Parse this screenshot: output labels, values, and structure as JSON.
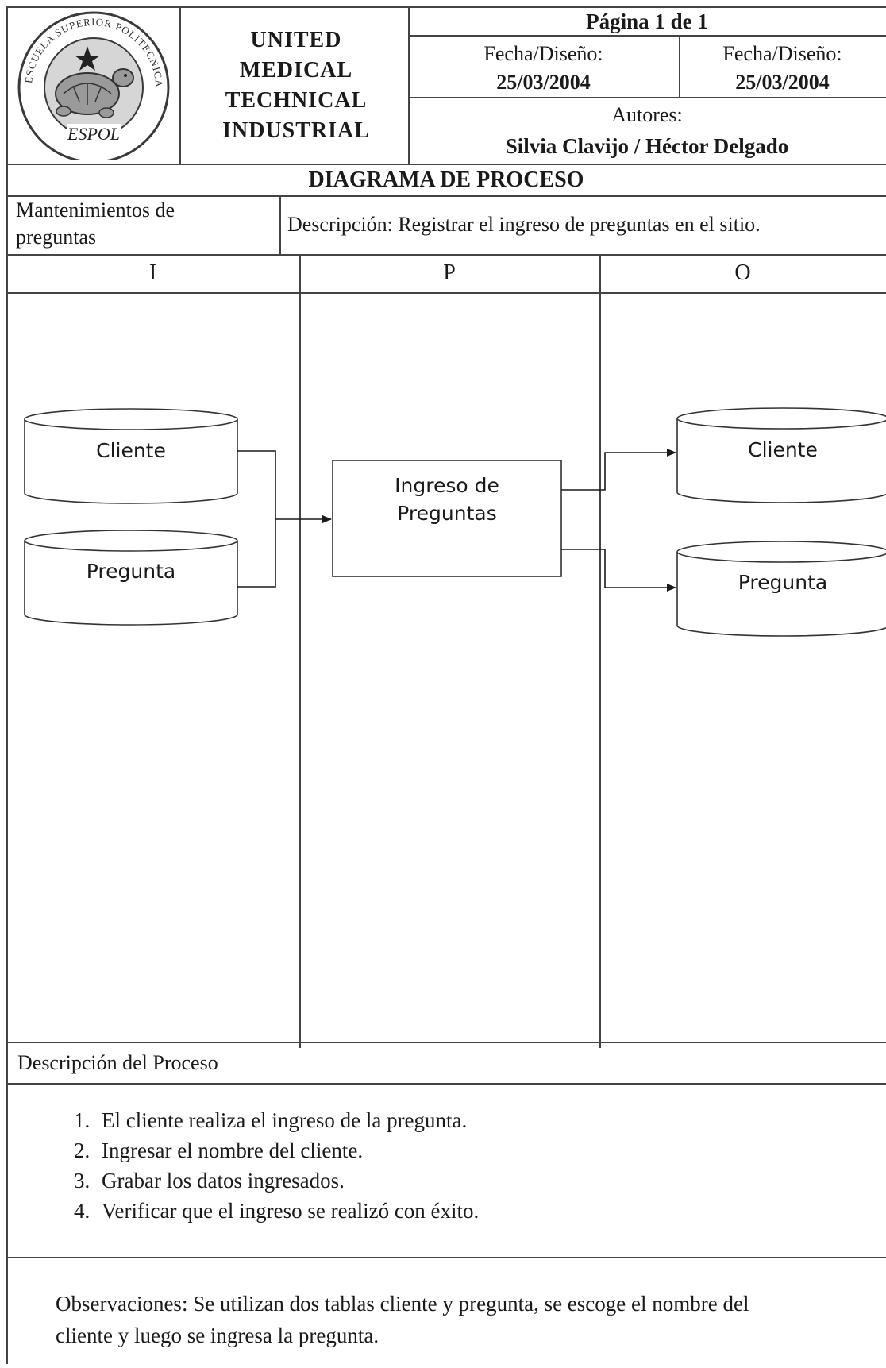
{
  "header": {
    "seal": {
      "icon": "espol-turtle-seal-icon",
      "ring_text": "ESCUELA SUPERIOR POLITECNICA DEL LITORAL",
      "bottom_text": "ESPOL"
    },
    "company_lines": [
      "UNITED",
      "MEDICAL",
      "TECHNICAL",
      "INDUSTRIAL"
    ],
    "page": "Página 1 de 1",
    "date_left_label": "Fecha/Diseño:",
    "date_left_value": "25/03/2004",
    "date_right_label": "Fecha/Diseño:",
    "date_right_value": "25/03/2004",
    "authors_label": "Autores:",
    "authors_value": "Silvia Clavijo / Héctor Delgado"
  },
  "title": "DIAGRAMA DE PROCESO",
  "module": {
    "name_line1": "Mantenimientos de",
    "name_line2": "preguntas",
    "description": "Descripción: Registrar el ingreso de preguntas en el sitio."
  },
  "columns": [
    "I",
    "P",
    "O"
  ],
  "diagram": {
    "inputs": [
      "Cliente",
      "Pregunta"
    ],
    "process_line1": "Ingreso de",
    "process_line2": "Preguntas",
    "outputs": [
      "Cliente",
      "Pregunta"
    ]
  },
  "process_description": {
    "title": "Descripción del Proceso",
    "steps": [
      "El cliente realiza el ingreso de la pregunta.",
      "Ingresar el nombre del cliente.",
      "Grabar los datos ingresados.",
      "Verificar que el ingreso se realizó con éxito."
    ]
  },
  "observations": {
    "line1": "Observaciones: Se utilizan dos tablas cliente y pregunta, se escoge el nombre del",
    "line2": "cliente y luego se ingresa la pregunta."
  },
  "colors": {
    "line": "#444444",
    "text": "#1a1a1a",
    "seal": "#3a3a3a"
  }
}
